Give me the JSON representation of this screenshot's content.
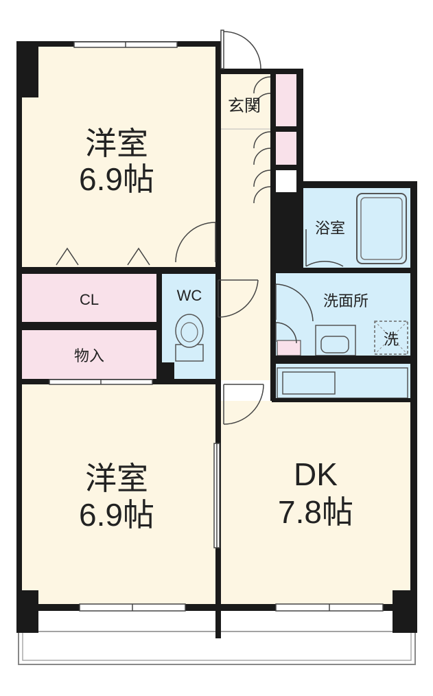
{
  "rooms": {
    "western_room_top": {
      "name": "洋室",
      "size": "6.9帖"
    },
    "western_room_bottom": {
      "name": "洋室",
      "size": "6.9帖"
    },
    "dining_kitchen": {
      "name": "DK",
      "size": "7.8帖"
    },
    "closet": {
      "name": "CL"
    },
    "storage": {
      "name": "物入"
    },
    "toilet": {
      "name": "WC"
    },
    "entrance": {
      "name": "玄関"
    },
    "bathroom": {
      "name": "浴室"
    },
    "washroom": {
      "name": "洗面所"
    },
    "washer": {
      "name": "洗"
    }
  },
  "colors": {
    "room_floor": "#fdf6e3",
    "closet_floor": "#f9e1ea",
    "wet_area_floor": "#d4eefa",
    "wall": "#1a1a1a",
    "balcony": "#ffffff"
  }
}
